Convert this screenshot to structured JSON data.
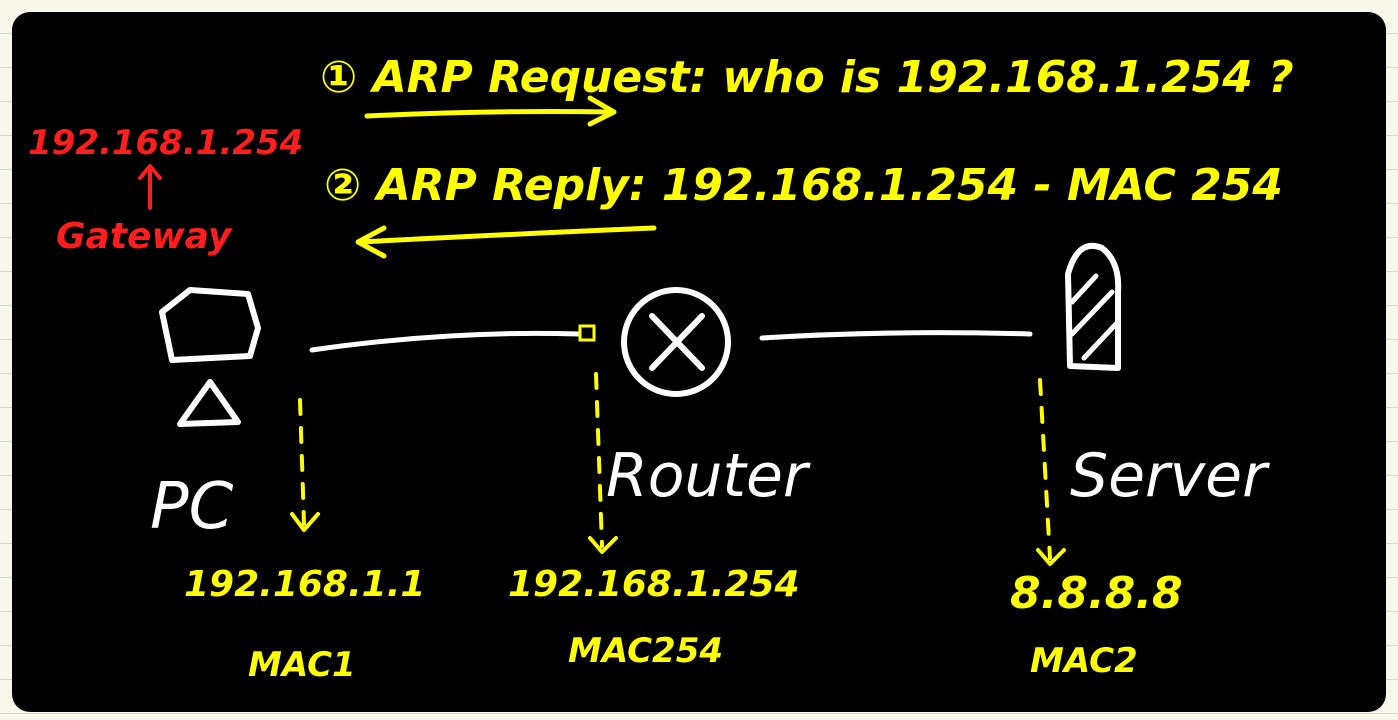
{
  "colors": {
    "background": "#000000",
    "annotation": "#ffff00",
    "highlight": "#ff1e1e",
    "device": "#ffffff"
  },
  "messages": {
    "request": "① ARP Request: who is 192.168.1.254 ?",
    "reply": "② ARP Reply: 192.168.1.254 - MAC 254"
  },
  "gateway": {
    "ip": "192.168.1.254",
    "label": "Gateway"
  },
  "devices": {
    "pc": {
      "label": "PC",
      "icon": "pc-icon",
      "ip": "192.168.1.1",
      "mac": "MAC1"
    },
    "router": {
      "label": "Router",
      "icon": "router-icon",
      "ip": "192.168.1.254",
      "mac": "MAC254"
    },
    "server": {
      "label": "Server",
      "icon": "server-icon",
      "ip": "8.8.8.8",
      "mac": "MAC2"
    }
  }
}
